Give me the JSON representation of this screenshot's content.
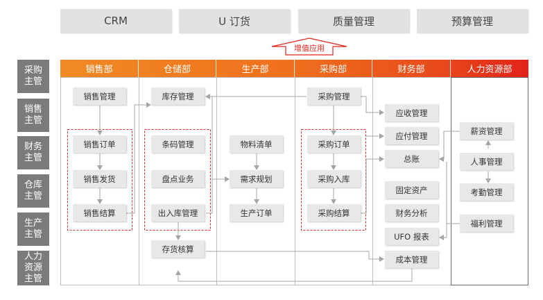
{
  "top_systems": [
    "CRM",
    "U 订货",
    "质量管理",
    "预算管理"
  ],
  "value_app": "增值应用",
  "roles": [
    [
      "采购",
      "主管"
    ],
    [
      "销售",
      "主管"
    ],
    [
      "财务",
      "主管"
    ],
    [
      "仓库",
      "主管"
    ],
    [
      "生产",
      "主管"
    ],
    [
      "人力",
      "资源",
      "主管"
    ]
  ],
  "departments": [
    "销售部",
    "仓储部",
    "生产部",
    "采购部",
    "财务部",
    "人力资源部"
  ],
  "modules": {
    "sales": [
      "销售管理",
      "销售订单",
      "销售发货",
      "销售结算"
    ],
    "warehouse": [
      "库存管理",
      "条码管理",
      "盘点业务",
      "出入库管理",
      "存货核算"
    ],
    "production": [
      "物料清单",
      "需求规划",
      "生产订单"
    ],
    "purchase": [
      "采购管理",
      "采购订单",
      "采购入库",
      "采购结算"
    ],
    "finance": [
      "应收管理",
      "应付管理",
      "总账",
      "固定资产",
      "财务分析",
      "UFO 报表",
      "成本管理"
    ],
    "hr": [
      "薪资管理",
      "人事管理",
      "考勤管理",
      "福利管理"
    ]
  },
  "colors": {
    "header_start": "#f08a24",
    "header_end": "#e2231a",
    "role_bg": "#7b7b7b",
    "module_bg": "#e8e8e8",
    "dashed": "#d9262b"
  }
}
